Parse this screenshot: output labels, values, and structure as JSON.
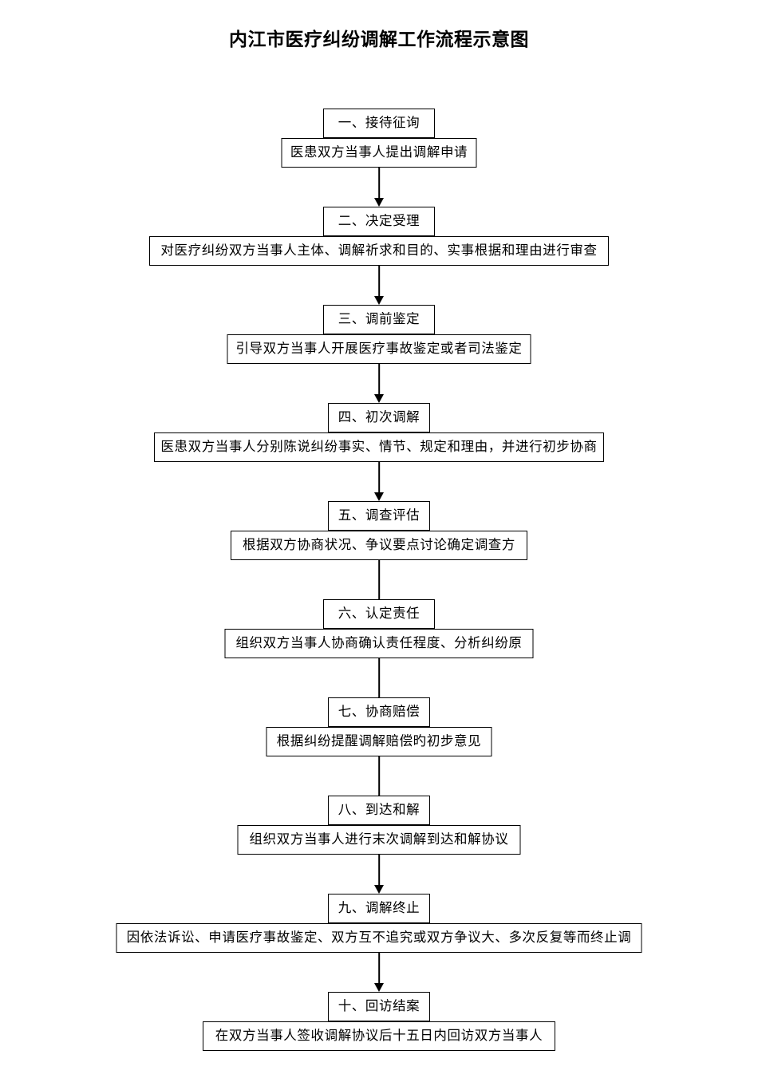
{
  "title": "内江市医疗纠纷调解工作流程示意图",
  "diagram": {
    "type": "flowchart",
    "orientation": "vertical",
    "connector_style": "solid-line-with-filled-arrowhead",
    "box_style": "rectangle-thin-black-border-white-fill",
    "steps": [
      {
        "index": "1",
        "step_label": "一、接待征询",
        "detail_label": "医患双方当事人提出调解申请",
        "step_width": 140,
        "detail_width": 245,
        "arrow": true
      },
      {
        "index": "2",
        "step_label": "二、决定受理",
        "detail_label": "对医疗纠纷双方当事人主体、调解祈求和目的、实事根据和理由进行审查",
        "step_width": 140,
        "detail_width": 576,
        "arrow": true
      },
      {
        "index": "3",
        "step_label": "三、调前鉴定",
        "detail_label": "引导双方当事人开展医疗事故鉴定或者司法鉴定",
        "step_width": 140,
        "detail_width": 381,
        "arrow": true
      },
      {
        "index": "4",
        "step_label": "四、初次调解",
        "detail_label": "医患双方当事人分别陈说纠纷事实、情节、规定和理由，并进行初步协商",
        "step_width": 128,
        "detail_width": 564,
        "arrow": true
      },
      {
        "index": "5",
        "step_label": "五、调查评估",
        "detail_label": "根据双方协商状况、争议要点讨论确定调查方",
        "step_width": 128,
        "detail_width": 372,
        "arrow": false
      },
      {
        "index": "6",
        "step_label": "六、认定责任",
        "detail_label": "组织双方当事人协商确认责任程度、分析纠纷原",
        "step_width": 140,
        "detail_width": 387,
        "arrow": false
      },
      {
        "index": "7",
        "step_label": "七、协商赔偿",
        "detail_label": "根据纠纷提醒调解赔偿旳初步意见",
        "step_width": 128,
        "detail_width": 283,
        "arrow": false
      },
      {
        "index": "8",
        "step_label": "八、到达和解",
        "detail_label": "组织双方当事人进行末次调解到达和解协议",
        "step_width": 128,
        "detail_width": 355,
        "arrow": true
      },
      {
        "index": "9",
        "step_label": "九、调解终止",
        "detail_label": "因依法诉讼、申请医疗事故鉴定、双方互不追究或双方争议大、多次反复等而终止调",
        "step_width": 128,
        "detail_width": 659,
        "arrow": true
      },
      {
        "index": "10",
        "step_label": "十、回访结案",
        "detail_label": "在双方当事人签收调解协议后十五日内回访双方当事人",
        "step_width": 128,
        "detail_width": 442,
        "arrow": false
      }
    ]
  },
  "colors": {
    "background": "#ffffff",
    "line": "#000000",
    "text": "#000000"
  }
}
